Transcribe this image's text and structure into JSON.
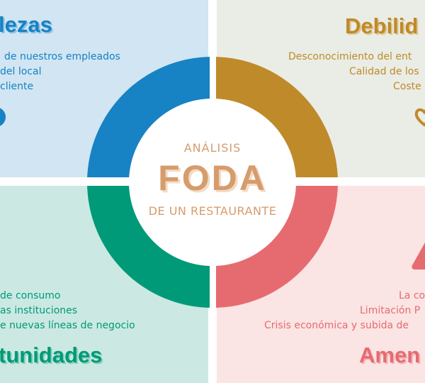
{
  "strengths": {
    "title": "lezas",
    "items": [
      "de nuestros empleados",
      "del local",
      "cliente"
    ],
    "color": "#1782c4"
  },
  "weaknesses": {
    "title": "Debilid",
    "items": [
      "Desconocimiento del ent",
      "Calidad de los",
      "Coste"
    ],
    "color": "#bf8a2a"
  },
  "opportunities": {
    "title": "tunidades",
    "items": [
      "de consumo",
      "as instituciones",
      "e nuevas líneas de negocio"
    ],
    "color": "#009a78"
  },
  "threats": {
    "title": "Amen",
    "items": [
      "La co",
      "Limitación P",
      "Crisis económica y subida de"
    ],
    "color": "#e66b70"
  },
  "center": {
    "line1": "ANÁLISIS",
    "title": "FODA",
    "line2": "DE UN RESTAURANTE"
  },
  "icons": [
    "circle-icon",
    "heart-icon",
    "warning-triangle-icon"
  ]
}
